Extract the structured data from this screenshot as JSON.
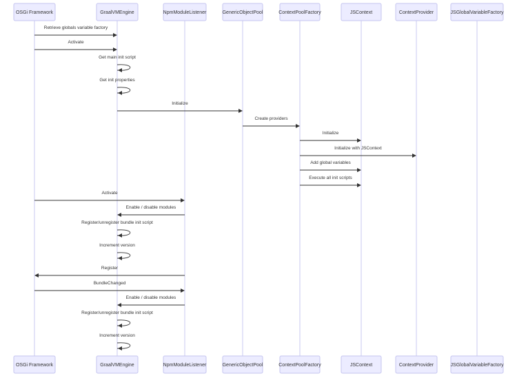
{
  "participants": [
    {
      "id": "osgi",
      "label": "OSGi Framework"
    },
    {
      "id": "graal",
      "label": "GraalVMEngine"
    },
    {
      "id": "npm",
      "label": "NpmModuleListener"
    },
    {
      "id": "pool",
      "label": "GenericObjectPool"
    },
    {
      "id": "cpf",
      "label": "ContextPoolFactory"
    },
    {
      "id": "jsctx",
      "label": "JSContext"
    },
    {
      "id": "cprov",
      "label": "ContextProvider"
    },
    {
      "id": "jsgvf",
      "label": "JSGlobalVariableFactory"
    }
  ],
  "messages": [
    {
      "from": "osgi",
      "to": "graal",
      "label": "Retrieve globals variable factory"
    },
    {
      "from": "osgi",
      "to": "graal",
      "label": "Activate"
    },
    {
      "from": "graal",
      "to": "graal",
      "label": "Get main init script"
    },
    {
      "from": "graal",
      "to": "graal",
      "label": "Get init properties"
    },
    {
      "from": "graal",
      "to": "pool",
      "label": "Initialize"
    },
    {
      "from": "pool",
      "to": "cpf",
      "label": "Create providers"
    },
    {
      "from": "cpf",
      "to": "jsctx",
      "label": "Initialize"
    },
    {
      "from": "cpf",
      "to": "cprov",
      "label": "Initialize with JSContext"
    },
    {
      "from": "cpf",
      "to": "jsctx",
      "label": "Add global variables"
    },
    {
      "from": "cpf",
      "to": "jsctx",
      "label": "Execute all init scripts"
    },
    {
      "from": "osgi",
      "to": "npm",
      "label": "Activate"
    },
    {
      "from": "npm",
      "to": "graal",
      "label": "Enable / disable modules"
    },
    {
      "from": "graal",
      "to": "graal",
      "label": "Register/unregister bundle init script"
    },
    {
      "from": "graal",
      "to": "graal",
      "label": "Increment version"
    },
    {
      "from": "npm",
      "to": "osgi",
      "label": "Register"
    },
    {
      "from": "osgi",
      "to": "npm",
      "label": "BundleChanged"
    },
    {
      "from": "npm",
      "to": "graal",
      "label": "Enable / disable modules"
    },
    {
      "from": "graal",
      "to": "graal",
      "label": "Register/unregister bundle init script"
    },
    {
      "from": "graal",
      "to": "graal",
      "label": "Increment version"
    }
  ]
}
